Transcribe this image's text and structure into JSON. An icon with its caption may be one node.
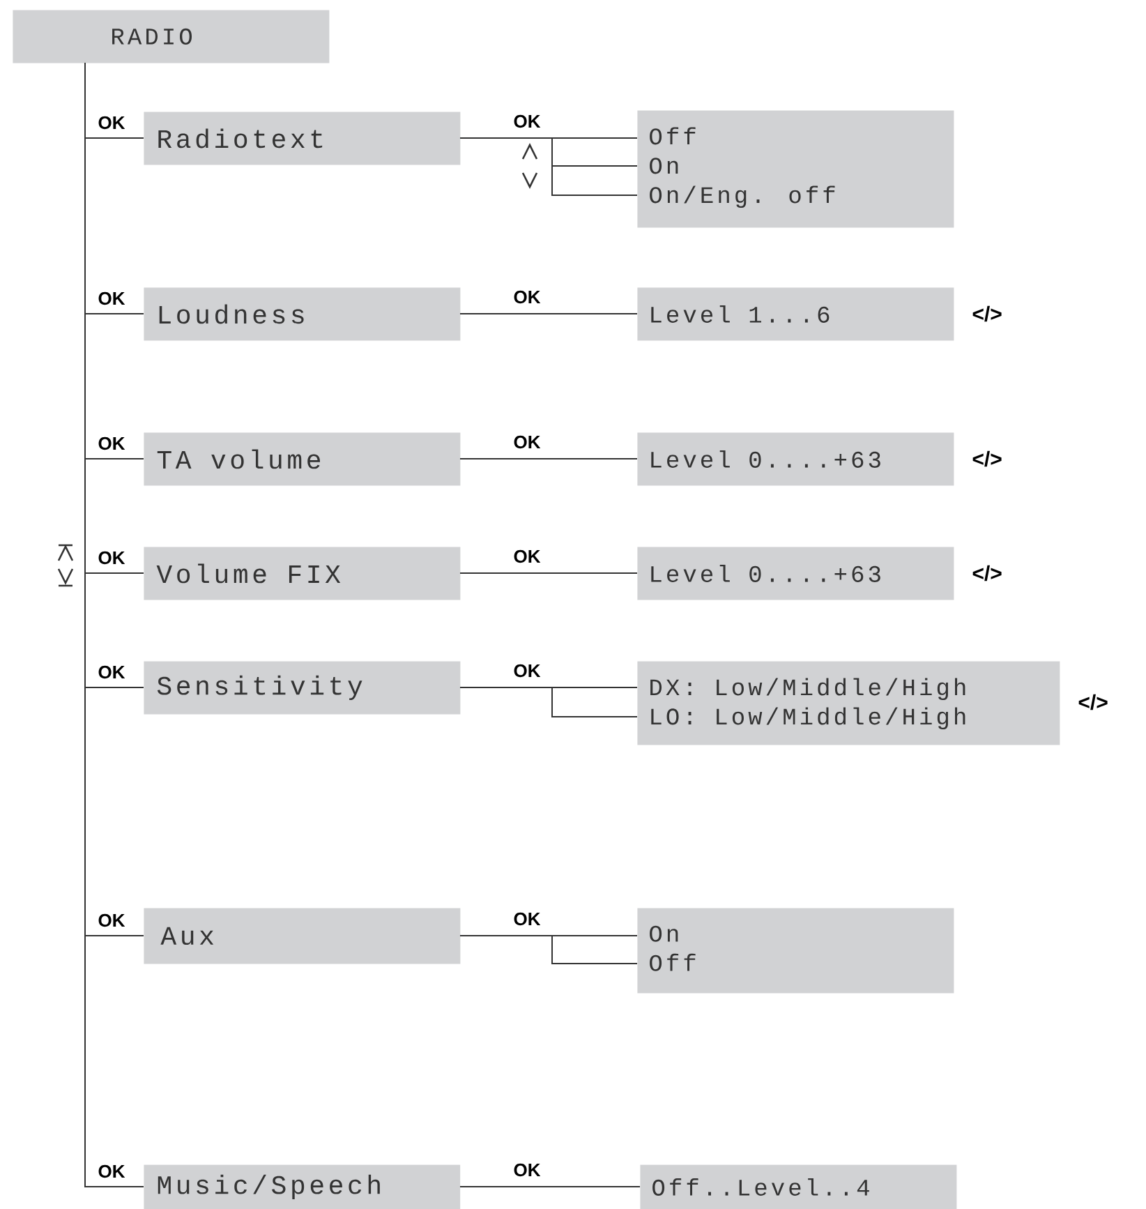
{
  "diagram": {
    "nodes": [
      {
        "text": [
          "RADIO"
        ]
      },
      {
        "text": [
          "Radiotext"
        ]
      },
      {
        "text": [
          "Off",
          "On",
          "On/Eng. off"
        ]
      },
      {
        "text": [
          "Loudness"
        ]
      },
      {
        "text": [
          "Level 1...6"
        ],
        "beside": [
          "</>"
        ]
      },
      {
        "text": [
          "TA volume"
        ]
      },
      {
        "text": [
          "Level 0....+63"
        ],
        "beside": [
          "</>"
        ]
      },
      {
        "text": [
          "Volume FIX"
        ]
      },
      {
        "text": [
          "Level 0....+63"
        ],
        "beside": [
          "</>"
        ]
      },
      {
        "text": [
          "Sensitivity"
        ]
      },
      {
        "text": [
          "DX: Low/Middle/High",
          "LO: Low/Middle/High"
        ],
        "beside": [
          "</>"
        ]
      },
      {
        "text": [
          "Aux"
        ]
      },
      {
        "text": [
          "On",
          "Off"
        ]
      },
      {
        "text": [
          "Music/Speech"
        ]
      },
      {
        "text": [
          "Off..Level..4"
        ]
      }
    ],
    "edges": [
      {
        "from": 0,
        "to": 1,
        "arrow": "none",
        "label": "OK"
      },
      {
        "from": 1,
        "to": 2,
        "arrow": "none",
        "label": "OK"
      },
      {
        "from": 0,
        "to": 3,
        "arrow": "none",
        "label": "OK"
      },
      {
        "from": 3,
        "to": 4,
        "arrow": "none",
        "label": "OK"
      },
      {
        "from": 0,
        "to": 5,
        "arrow": "none",
        "label": "OK"
      },
      {
        "from": 5,
        "to": 6,
        "arrow": "none",
        "label": "OK"
      },
      {
        "from": 0,
        "to": 7,
        "arrow": "none",
        "label": "OK"
      },
      {
        "from": 7,
        "to": 8,
        "arrow": "none",
        "label": "OK"
      },
      {
        "from": 0,
        "to": 9,
        "arrow": "none",
        "label": "OK"
      },
      {
        "from": 9,
        "to": 10,
        "arrow": "none",
        "label": "OK"
      },
      {
        "from": 0,
        "to": 11,
        "arrow": "none",
        "label": "OK"
      },
      {
        "from": 11,
        "to": 12,
        "arrow": "none",
        "label": "OK"
      },
      {
        "from": 0,
        "to": 13,
        "arrow": "none",
        "label": "OK"
      },
      {
        "from": 13,
        "to": 14,
        "arrow": "none",
        "label": "OK"
      }
    ]
  }
}
